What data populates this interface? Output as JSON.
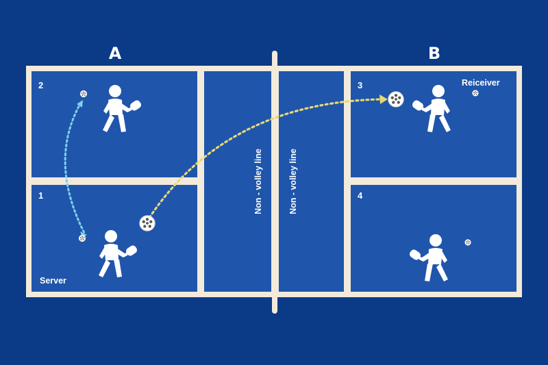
{
  "teams": {
    "a": "A",
    "b": "B"
  },
  "positions": {
    "p1": "1",
    "p2": "2",
    "p3": "3",
    "p4": "4"
  },
  "roles": {
    "server": "Server",
    "receiver": "Reiceiver"
  },
  "kitchen": {
    "left_label": "Non - volley line",
    "right_label": "Non - volley line"
  },
  "colors": {
    "background": "#0b3a86",
    "court": "#1f55ab",
    "lines": "#f2eadb",
    "serve_path": "#e8d873",
    "switch_path": "#7fd0ef",
    "player": "#ffffff"
  }
}
